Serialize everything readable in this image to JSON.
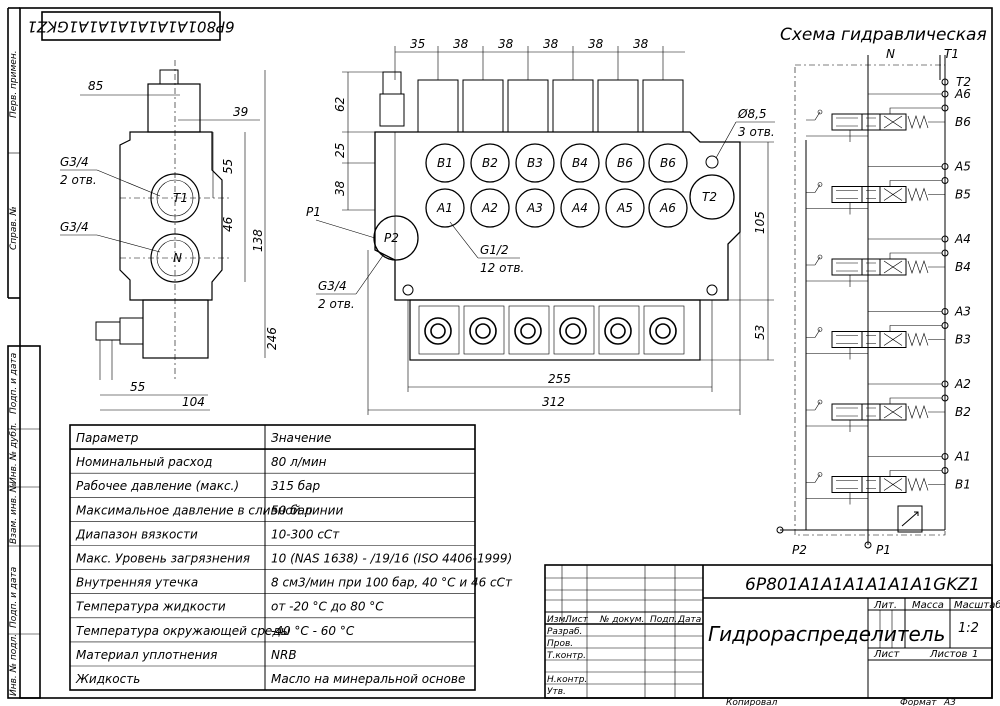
{
  "stamp_code_rotated": "6Р801А1А1А1А1А1А1GKZ1",
  "schema_title": "Схема гидравлическая",
  "left_strip_labels": [
    "Перв. примен.",
    "Справ. №",
    "Подп. и дата",
    "Инв. № дубл.",
    "Взам. инв. №",
    "Подп. и дата",
    "Инв. № подл."
  ],
  "side_view": {
    "dims": [
      "85",
      "39",
      "55",
      "46",
      "138",
      "246",
      "55",
      "104"
    ],
    "ports": [
      "T1",
      "N"
    ],
    "notes": [
      "G3/4",
      "2 отв.",
      "G3/4"
    ]
  },
  "front_view": {
    "top_dims": [
      "35",
      "38",
      "38",
      "38",
      "38",
      "38"
    ],
    "left_dims": [
      "62",
      "25",
      "38"
    ],
    "bottom_dims": [
      "255",
      "312"
    ],
    "right_dims": [
      "105",
      "53"
    ],
    "ports_b": [
      "B1",
      "B2",
      "B3",
      "B4",
      "B6",
      "B6"
    ],
    "ports_a": [
      "A1",
      "A2",
      "A3",
      "A4",
      "A5",
      "A6"
    ],
    "port_t2": "T2",
    "port_p2": "P2",
    "label_p1": "P1",
    "hole_note": "Ø8,5",
    "hole_count": "3 отв.",
    "g12_note": "G1/2",
    "g12_count": "12 отв.",
    "g34_note": "G3/4",
    "g34_count": "2 отв."
  },
  "schema": {
    "top_labels": [
      "N",
      "T1",
      "T2"
    ],
    "sections": [
      {
        "a": "A6",
        "b": "B6"
      },
      {
        "a": "A5",
        "b": "B5"
      },
      {
        "a": "A4",
        "b": "B4"
      },
      {
        "a": "A3",
        "b": "B3"
      },
      {
        "a": "A2",
        "b": "B2"
      },
      {
        "a": "A1",
        "b": "B1"
      }
    ],
    "bottom_labels": [
      "P2",
      "P1"
    ]
  },
  "params_table": {
    "headers": [
      "Параметр",
      "Значение"
    ],
    "rows": [
      [
        "Номинальный расход",
        "80 л/мин"
      ],
      [
        "Рабочее давление (макс.)",
        "315 бар"
      ],
      [
        "Максимальное давление в сливной линии",
        "50 бар"
      ],
      [
        "Диапазон вязкости",
        "10-300 сСт"
      ],
      [
        "Макс. Уровень загрязнения",
        "10 (NAS 1638) - /19/16 (ISO 4406-1999)"
      ],
      [
        "Внутренняя утечка",
        "8 см3/мин при 100 бар, 40 °С и 46 сСт"
      ],
      [
        "Температура жидкости",
        "от -20 °С до 80 °С"
      ],
      [
        "Температура окружающей среды",
        "-40 °С - 60 °С"
      ],
      [
        "Материал уплотнения",
        "NRB"
      ],
      [
        "Жидкость",
        "Масло на минеральной основе"
      ]
    ]
  },
  "title_block": {
    "designation": "6Р801А1А1А1А1А1А1GKZ1",
    "name": "Гидрораспределитель",
    "col_headers": [
      "Изм.",
      "Лист",
      "№ докум.",
      "Подп.",
      "Дата"
    ],
    "row_labels": [
      "Разраб.",
      "Пров.",
      "Т.контр.",
      "",
      "Н.контр.",
      "Утв."
    ],
    "lit": "Лит.",
    "mass": "Масса",
    "scale": "Масштаб",
    "scale_value": "1:2",
    "sheet": "Лист",
    "sheets": "Листов",
    "sheets_value": "1",
    "copied": "Копировал",
    "format": "Формат",
    "format_value": "А3"
  }
}
